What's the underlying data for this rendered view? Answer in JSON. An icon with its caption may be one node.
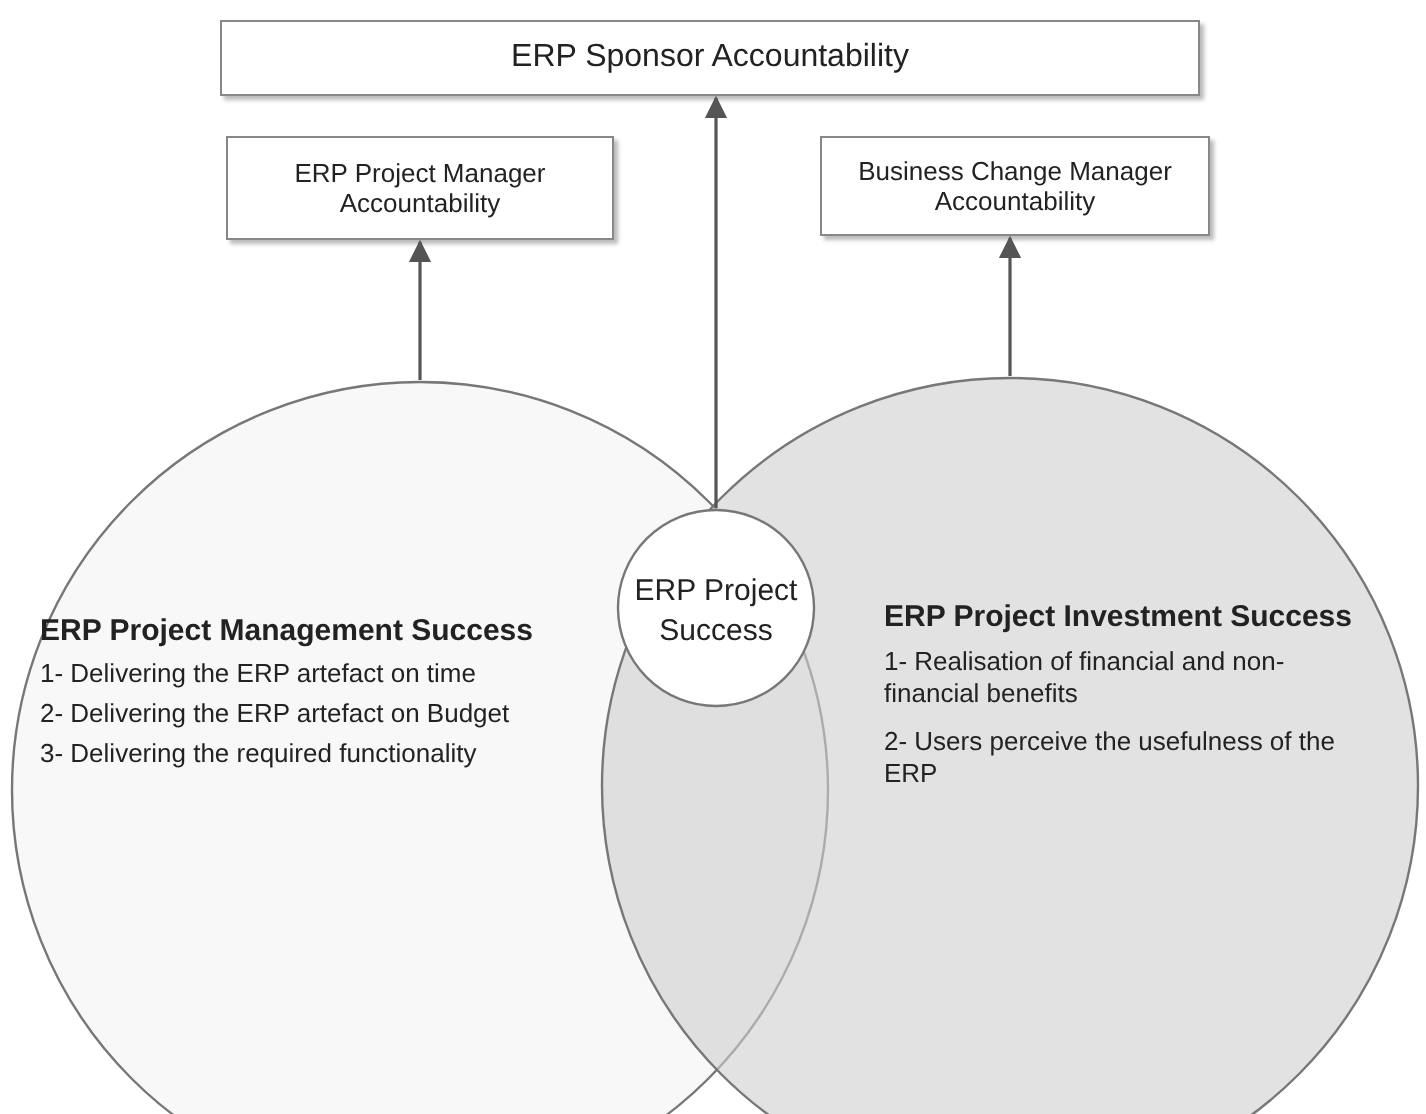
{
  "diagram": {
    "nodes": [
      {
        "text": [
          "ERP Sponsor Accountability"
        ]
      },
      {
        "text": [
          "ERP Project Manager Accountability"
        ]
      },
      {
        "text": [
          "Business Change Manager Accountability"
        ]
      },
      {
        "text": [
          "ERP Project Management Success",
          "1- Delivering the ERP artefact on time",
          "2- Delivering the ERP artefact on Budget",
          "3- Delivering the required functionality"
        ]
      },
      {
        "text": [
          "ERP Project Investment Success",
          "1- Realisation of financial and non-financial benefits",
          "2- Users perceive the usefulness of the ERP"
        ]
      },
      {
        "text": [
          "ERP Project Success"
        ]
      }
    ],
    "edges": [
      {
        "from": 3,
        "to": 1,
        "arrow": "to"
      },
      {
        "from": 4,
        "to": 2,
        "arrow": "to"
      },
      {
        "from": 5,
        "to": 0,
        "arrow": "to"
      }
    ]
  }
}
